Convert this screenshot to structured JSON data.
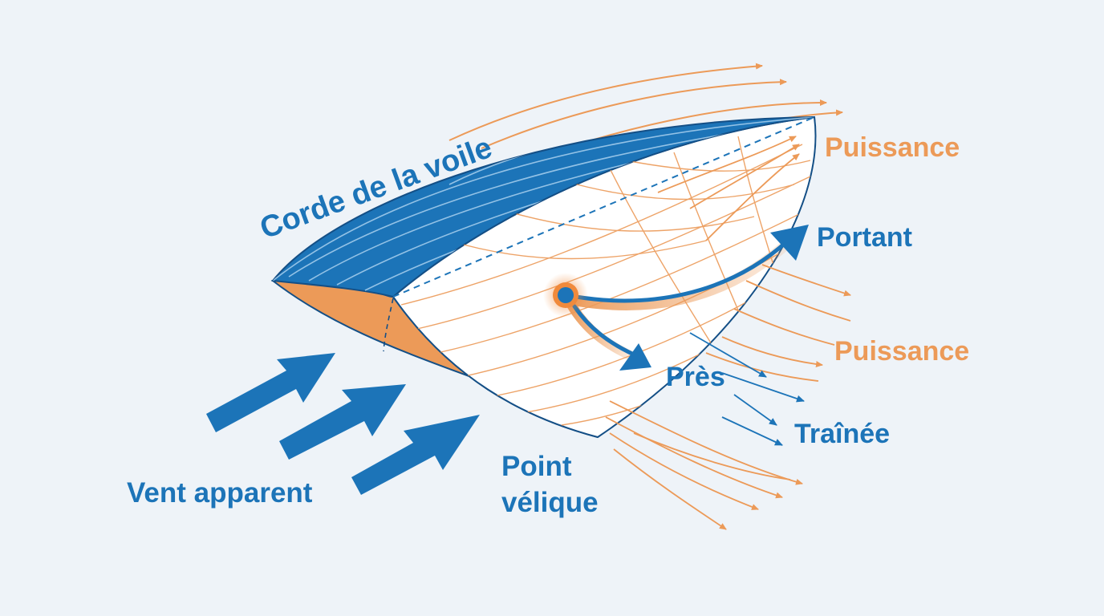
{
  "labels": {
    "chord": "Corde de la voile",
    "power_top": "Puissance",
    "power_mid": "Puissance",
    "downwind": "Portant",
    "close_hauled": "Près",
    "drag": "Traînée",
    "apparent_wind": "Vent apparent",
    "point_line1": "Point",
    "point_line2": "vélique"
  },
  "colors": {
    "background": "#eef3f8",
    "blue": "#1c74b8",
    "dark_blue": "#144f86",
    "orange": "#ec9a58",
    "orange_light": "#f3c196"
  },
  "icons": {
    "wind_arrows": "arrow-right-up",
    "center_of_effort": "dot-glow"
  }
}
